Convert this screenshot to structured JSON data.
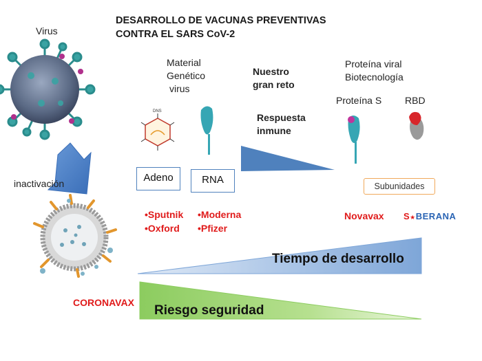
{
  "title": {
    "line1": "DESARROLLO DE VACUNAS PREVENTIVAS",
    "line2": "CONTRA EL SARS CoV-2"
  },
  "labels": {
    "virus": "Virus",
    "inactivation": "inactivación",
    "genetic_material": [
      "Material",
      "Genético",
      "virus"
    ],
    "challenge": [
      "Nuestro",
      "gran reto"
    ],
    "immune_response": [
      "Respuesta",
      "inmune"
    ],
    "viral_protein": [
      "Proteína viral",
      "Biotecnología"
    ],
    "protein_s": "Proteína S",
    "rbd": "RBD",
    "adenovirus_icon_text": "DNS"
  },
  "platforms": {
    "adeno": "Adeno",
    "rna": "RNA",
    "subunits": "Subunidades"
  },
  "vaccines": {
    "adeno": [
      "•Sputnik",
      "•Oxford"
    ],
    "rna": [
      "•Moderna",
      "•Pfizer"
    ],
    "subunits_1": "Novavax",
    "subunits_2_prefix": "S",
    "subunits_2_suffix": "BERANA",
    "inactivated": "CORONAVAX"
  },
  "bars": {
    "time": "Tiempo de desarrollo",
    "risk": "Riesgo seguridad"
  },
  "colors": {
    "blue_wedge": "#4f81bd",
    "green_wedge": "#7dbf4e",
    "red_text": "#e01b1b",
    "soberana_blue": "#2a64b4"
  }
}
